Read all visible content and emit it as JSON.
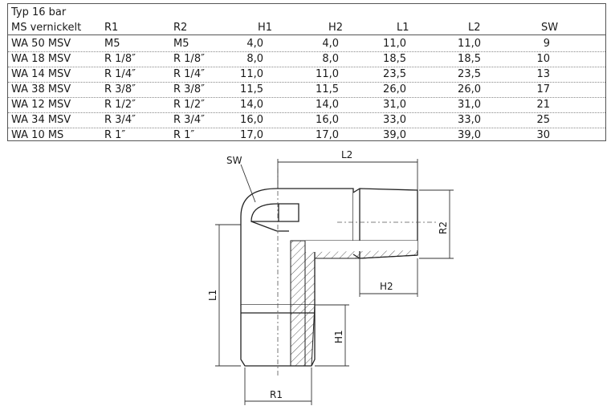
{
  "table": {
    "title": "Typ 16 bar",
    "columns": [
      "MS vernickelt",
      "R1",
      "R2",
      "H1",
      "H2",
      "L1",
      "L2",
      "SW"
    ],
    "rows": [
      [
        "WA 50 MSV",
        "M5",
        "M5",
        "4,0",
        "4,0",
        "11,0",
        "11,0",
        "9"
      ],
      [
        "WA 18 MSV",
        "R 1/8″",
        "R 1/8″",
        "8,0",
        "8,0",
        "18,5",
        "18,5",
        "10"
      ],
      [
        "WA 14 MSV",
        "R 1/4″",
        "R 1/4″",
        "11,0",
        "11,0",
        "23,5",
        "23,5",
        "13"
      ],
      [
        "WA 38 MSV",
        "R 3/8″",
        "R 3/8″",
        "11,5",
        "11,5",
        "26,0",
        "26,0",
        "17"
      ],
      [
        "WA 12 MSV",
        "R 1/2″",
        "R 1/2″",
        "14,0",
        "14,0",
        "31,0",
        "31,0",
        "21"
      ],
      [
        "WA 34 MSV",
        "R 3/4″",
        "R 3/4″",
        "16,0",
        "16,0",
        "33,0",
        "33,0",
        "25"
      ],
      [
        "WA 10 MS",
        "R 1″",
        "R 1″",
        "17,0",
        "17,0",
        "39,0",
        "39,0",
        "30"
      ]
    ]
  },
  "drawing": {
    "labels": {
      "sw": "SW",
      "l2": "L2",
      "r2": "R2",
      "h2": "H2",
      "l1": "L1",
      "h1": "H1",
      "r1": "R1"
    }
  }
}
